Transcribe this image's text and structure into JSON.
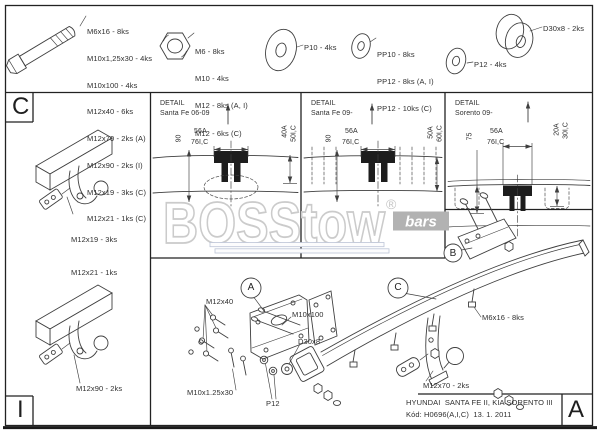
{
  "colors": {
    "line": "#3f3f3f",
    "text": "#2f2f2f",
    "watermark": "#cbcbcb",
    "watermark_box": "#b2b2b2",
    "underline_bar": "#bcc4d6"
  },
  "fasteners": {
    "bolts": [
      "M6x16 - 8ks",
      "M10x1,25x30 - 4ks",
      "M10x100 - 4ks",
      "M12x40 - 6ks",
      "M12x70 - 2ks (A)",
      "M12x90 - 2ks (I)",
      "M12x19 - 3ks (C)",
      "M12x21 - 1ks (C)"
    ],
    "nuts": [
      "M6 - 8ks",
      "M10 - 4ks",
      "M12 - 8ks (A, I)",
      "M12 - 6ks (C)"
    ],
    "flat_washer": "P10 - 4ks",
    "spring_washers": [
      "PP10 - 8ks",
      "PP12 - 8ks (A, I)",
      "PP12 - 10ks (C)"
    ],
    "washer": "P12 - 4ks",
    "spacer": "D30x8 - 2ks"
  },
  "section_c": {
    "marker": "C",
    "bolt_labels": [
      "M12x19 - 3ks",
      "M12x21 - 1ks"
    ]
  },
  "section_i": {
    "marker": "I",
    "bolt_label": "M12x90 - 2ks"
  },
  "details": [
    {
      "title": "DETAIL",
      "subtitle": "Santa Fe 06-09",
      "dim_left": "90",
      "dim_width_a": "56A",
      "dim_width_ic": "76I,C",
      "dim_depth_a": "40A",
      "dim_depth_ic": "50I,C"
    },
    {
      "title": "DETAIL",
      "subtitle": "Santa Fe 09-",
      "dim_left": "90",
      "dim_width_a": "56A",
      "dim_width_ic": "76I,C",
      "dim_depth_a": "50A",
      "dim_depth_ic": "60I,C"
    },
    {
      "title": "DETAIL",
      "subtitle": "Sorento 09-",
      "dim_left": "75",
      "dim_width_a": "56A",
      "dim_width_ic": "76I,C",
      "dim_depth_a": "20A",
      "dim_depth_ic": "30I,C"
    }
  ],
  "assembly": {
    "callouts": {
      "a": "A",
      "b": "B",
      "c": "C"
    },
    "labels": {
      "m12x40": "M12x40",
      "m10x100": "M10x100",
      "d30x8": "D30x8",
      "m10x1_25x30": "M10x1.25x30",
      "p12": "P12",
      "m6x16": "M6x16 - 8ks",
      "m12x70": "M12x70 - 2ks"
    }
  },
  "title_block": {
    "vehicle": "HYUNDAI  SANTA FE II, KIA SORENTO III",
    "code_line": "Kód: H0696(A,I,C)  13. 1. 2011",
    "marker": "A"
  },
  "watermark": {
    "text": "BOSStow",
    "registered": "®",
    "box_label": "bars"
  }
}
